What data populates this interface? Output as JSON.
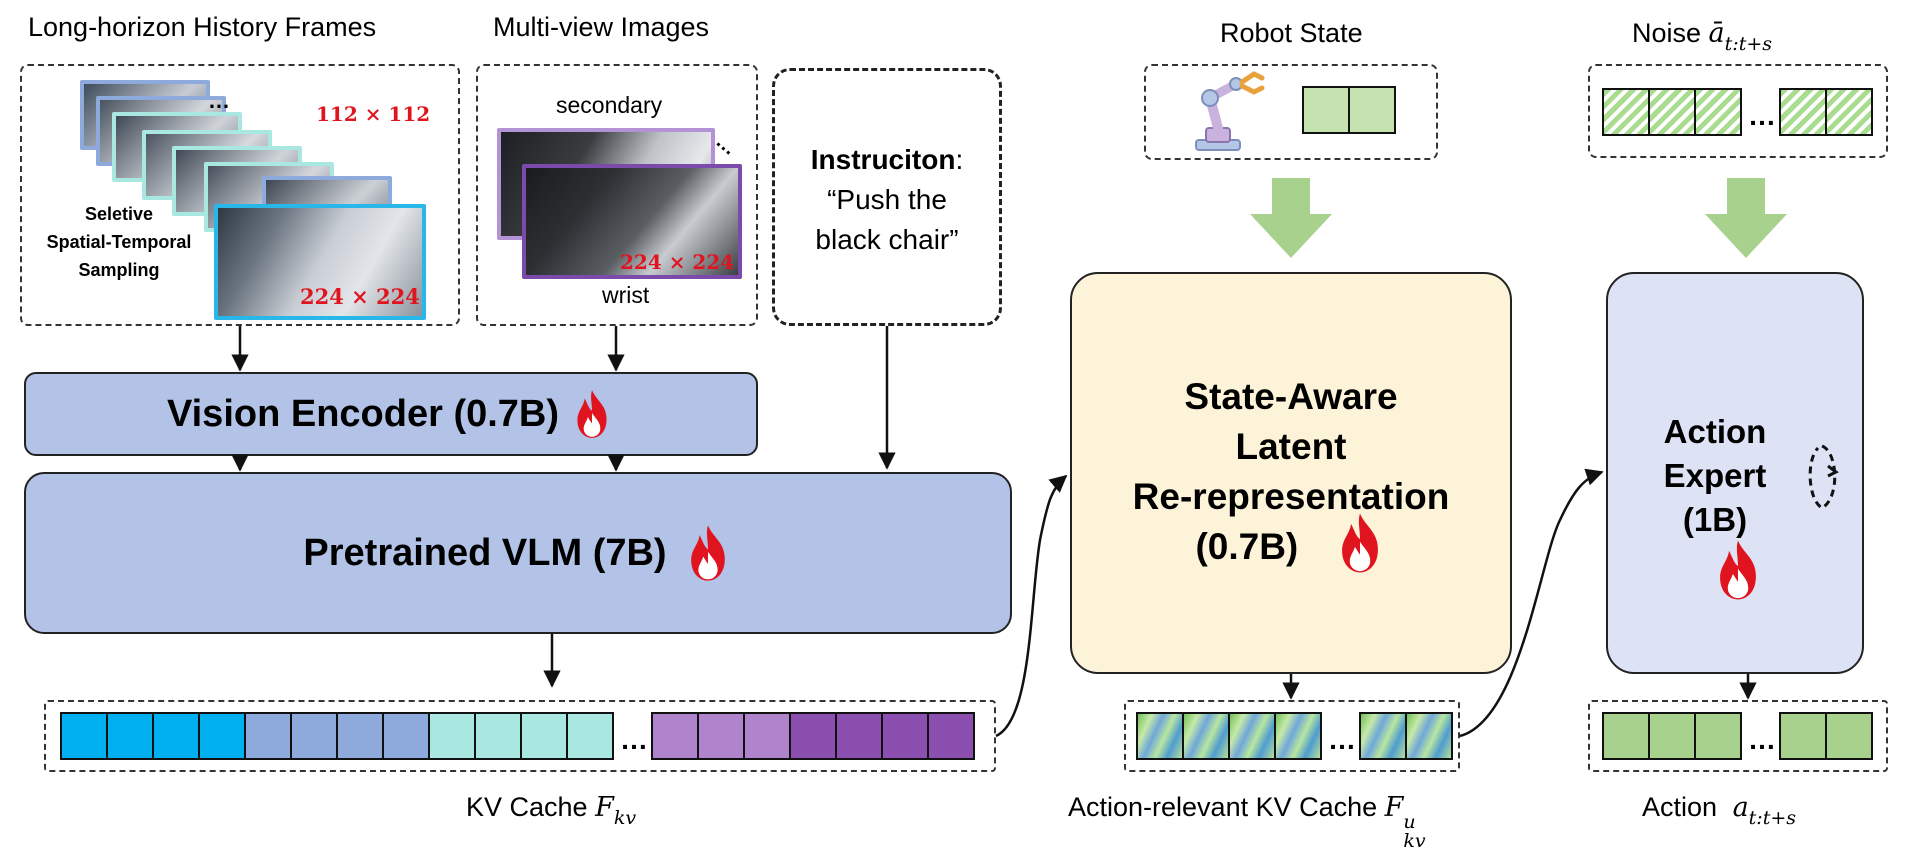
{
  "history": {
    "title": "Long-horizon History Frames",
    "sampling_label": [
      "Seletive",
      "Spatial-Temporal",
      "Sampling"
    ],
    "size_small": "112 × 112",
    "size_large": "224 × 224"
  },
  "multiview": {
    "title": "Multi-view Images",
    "secondary_label": "secondary",
    "wrist_label": "wrist",
    "size_label": "224 × 224"
  },
  "instruction": {
    "bold_label": "Instruciton",
    "colon": ":",
    "line1": "“Push the",
    "line2": "black chair”"
  },
  "vision_encoder": {
    "label": "Vision Encoder (0.7B)"
  },
  "vlm": {
    "label": "Pretrained VLM (7B)"
  },
  "kv_cache": {
    "label": "KV Cache",
    "symbol": "F",
    "subscript": "kv"
  },
  "robot_state": {
    "title": "Robot State"
  },
  "latent": {
    "lines": [
      "State-Aware",
      "Latent",
      "Re-representation",
      "(0.7B)"
    ]
  },
  "action_kv": {
    "label": "Action-relevant KV Cache",
    "symbol": "F",
    "subscript": "kv",
    "superscript": "u"
  },
  "noise": {
    "title": "Noise",
    "symbol": "ā",
    "subscript": "t:t+s"
  },
  "action_expert": {
    "lines": [
      "Action",
      "Expert",
      "(1B)"
    ]
  },
  "action": {
    "title": "Action",
    "symbol": "a",
    "subscript": "t:t+s"
  },
  "ellipsis": "…",
  "colors": {
    "module_blue": "#b3c3e8",
    "latent_yellow": "#fdf3d8",
    "expert_blue": "#dde3f4",
    "arrow_green": "#a9d18e",
    "cell_green": "#a9d18e",
    "cyan": "#00b0f0",
    "slate": "#8ea9db",
    "aqua": "#a9e8e0",
    "lilac": "#b084cc",
    "purple": "#8b4fb0",
    "flame_red": "#e0141e"
  },
  "icons": [
    "fire-icon",
    "robot-arm-icon",
    "rotate-icon"
  ]
}
